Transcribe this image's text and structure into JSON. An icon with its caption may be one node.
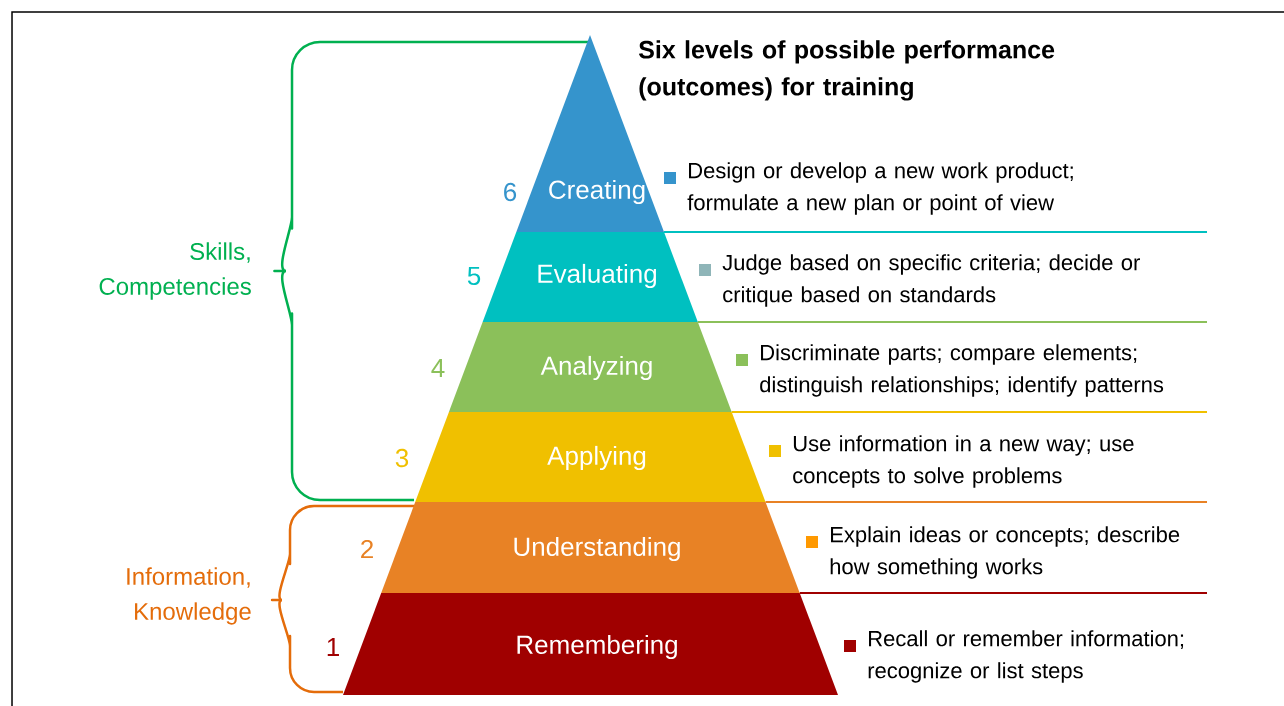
{
  "diagram": {
    "title": "Six levels of possible performance (outcomes) for training",
    "nodes": [
      {
        "text": [
          "Creating"
        ],
        "beside": [
          "6"
        ]
      },
      {
        "text": [
          "Evaluating"
        ],
        "beside": [
          "5"
        ]
      },
      {
        "text": [
          "Analyzing"
        ],
        "beside": [
          "4"
        ]
      },
      {
        "text": [
          "Applying"
        ],
        "beside": [
          "3"
        ]
      },
      {
        "text": [
          "Understanding"
        ],
        "beside": [
          "2"
        ]
      },
      {
        "text": [
          "Remembering"
        ],
        "beside": [
          "1"
        ]
      }
    ],
    "labels": [
      "Design or develop a new work product; formulate a new plan or point of view",
      "Judge based on specific criteria; decide or critique based on standards",
      "Discriminate parts; compare elements; distinguish relationships; identify patterns",
      "Use information in a new way; use concepts to solve problems",
      "Explain ideas or concepts; describe how something works",
      "Recall or remember information; recognize or list steps",
      "Skills, Competencies",
      "Information, Knowledge"
    ]
  }
}
